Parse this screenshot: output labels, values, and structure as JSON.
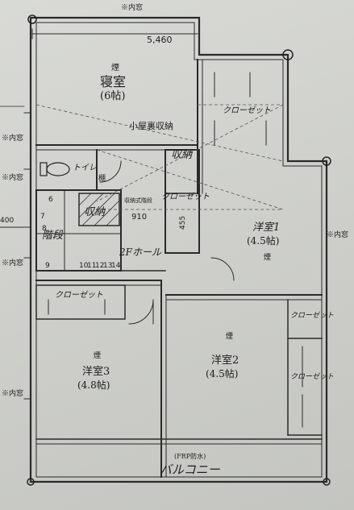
{
  "plan": {
    "dimension_top": "5,460",
    "dimension_left": "400",
    "dimension_stair": "910",
    "dimension_closet_depth": "455",
    "note_interior_window": "※内窓",
    "smoke_mark": "煙",
    "rooms": {
      "bedroom": {
        "name": "寝室",
        "size": "(6帖)"
      },
      "attic": {
        "name": "小屋裏収納"
      },
      "storage": {
        "name": "収納"
      },
      "storage_stair": {
        "name": "収納"
      },
      "attic_ladder": {
        "name": "収納式階段"
      },
      "toilet": {
        "name": "トイレ"
      },
      "stairs": {
        "name": "階段"
      },
      "hall": {
        "name": "2Fホール"
      },
      "western1": {
        "name": "洋室1",
        "size": "(4.5帖)"
      },
      "western2": {
        "name": "洋室2",
        "size": "(4.5帖)"
      },
      "western3": {
        "name": "洋室3",
        "size": "(4.8帖)"
      },
      "balcony": {
        "name": "バルコニー",
        "note": "(FRP防水)"
      }
    },
    "closet_label": "クローゼット",
    "step_numbers": [
      "6",
      "7",
      "8",
      "9",
      "10",
      "11",
      "12",
      "13",
      "14"
    ],
    "shelf_label": "棚"
  }
}
